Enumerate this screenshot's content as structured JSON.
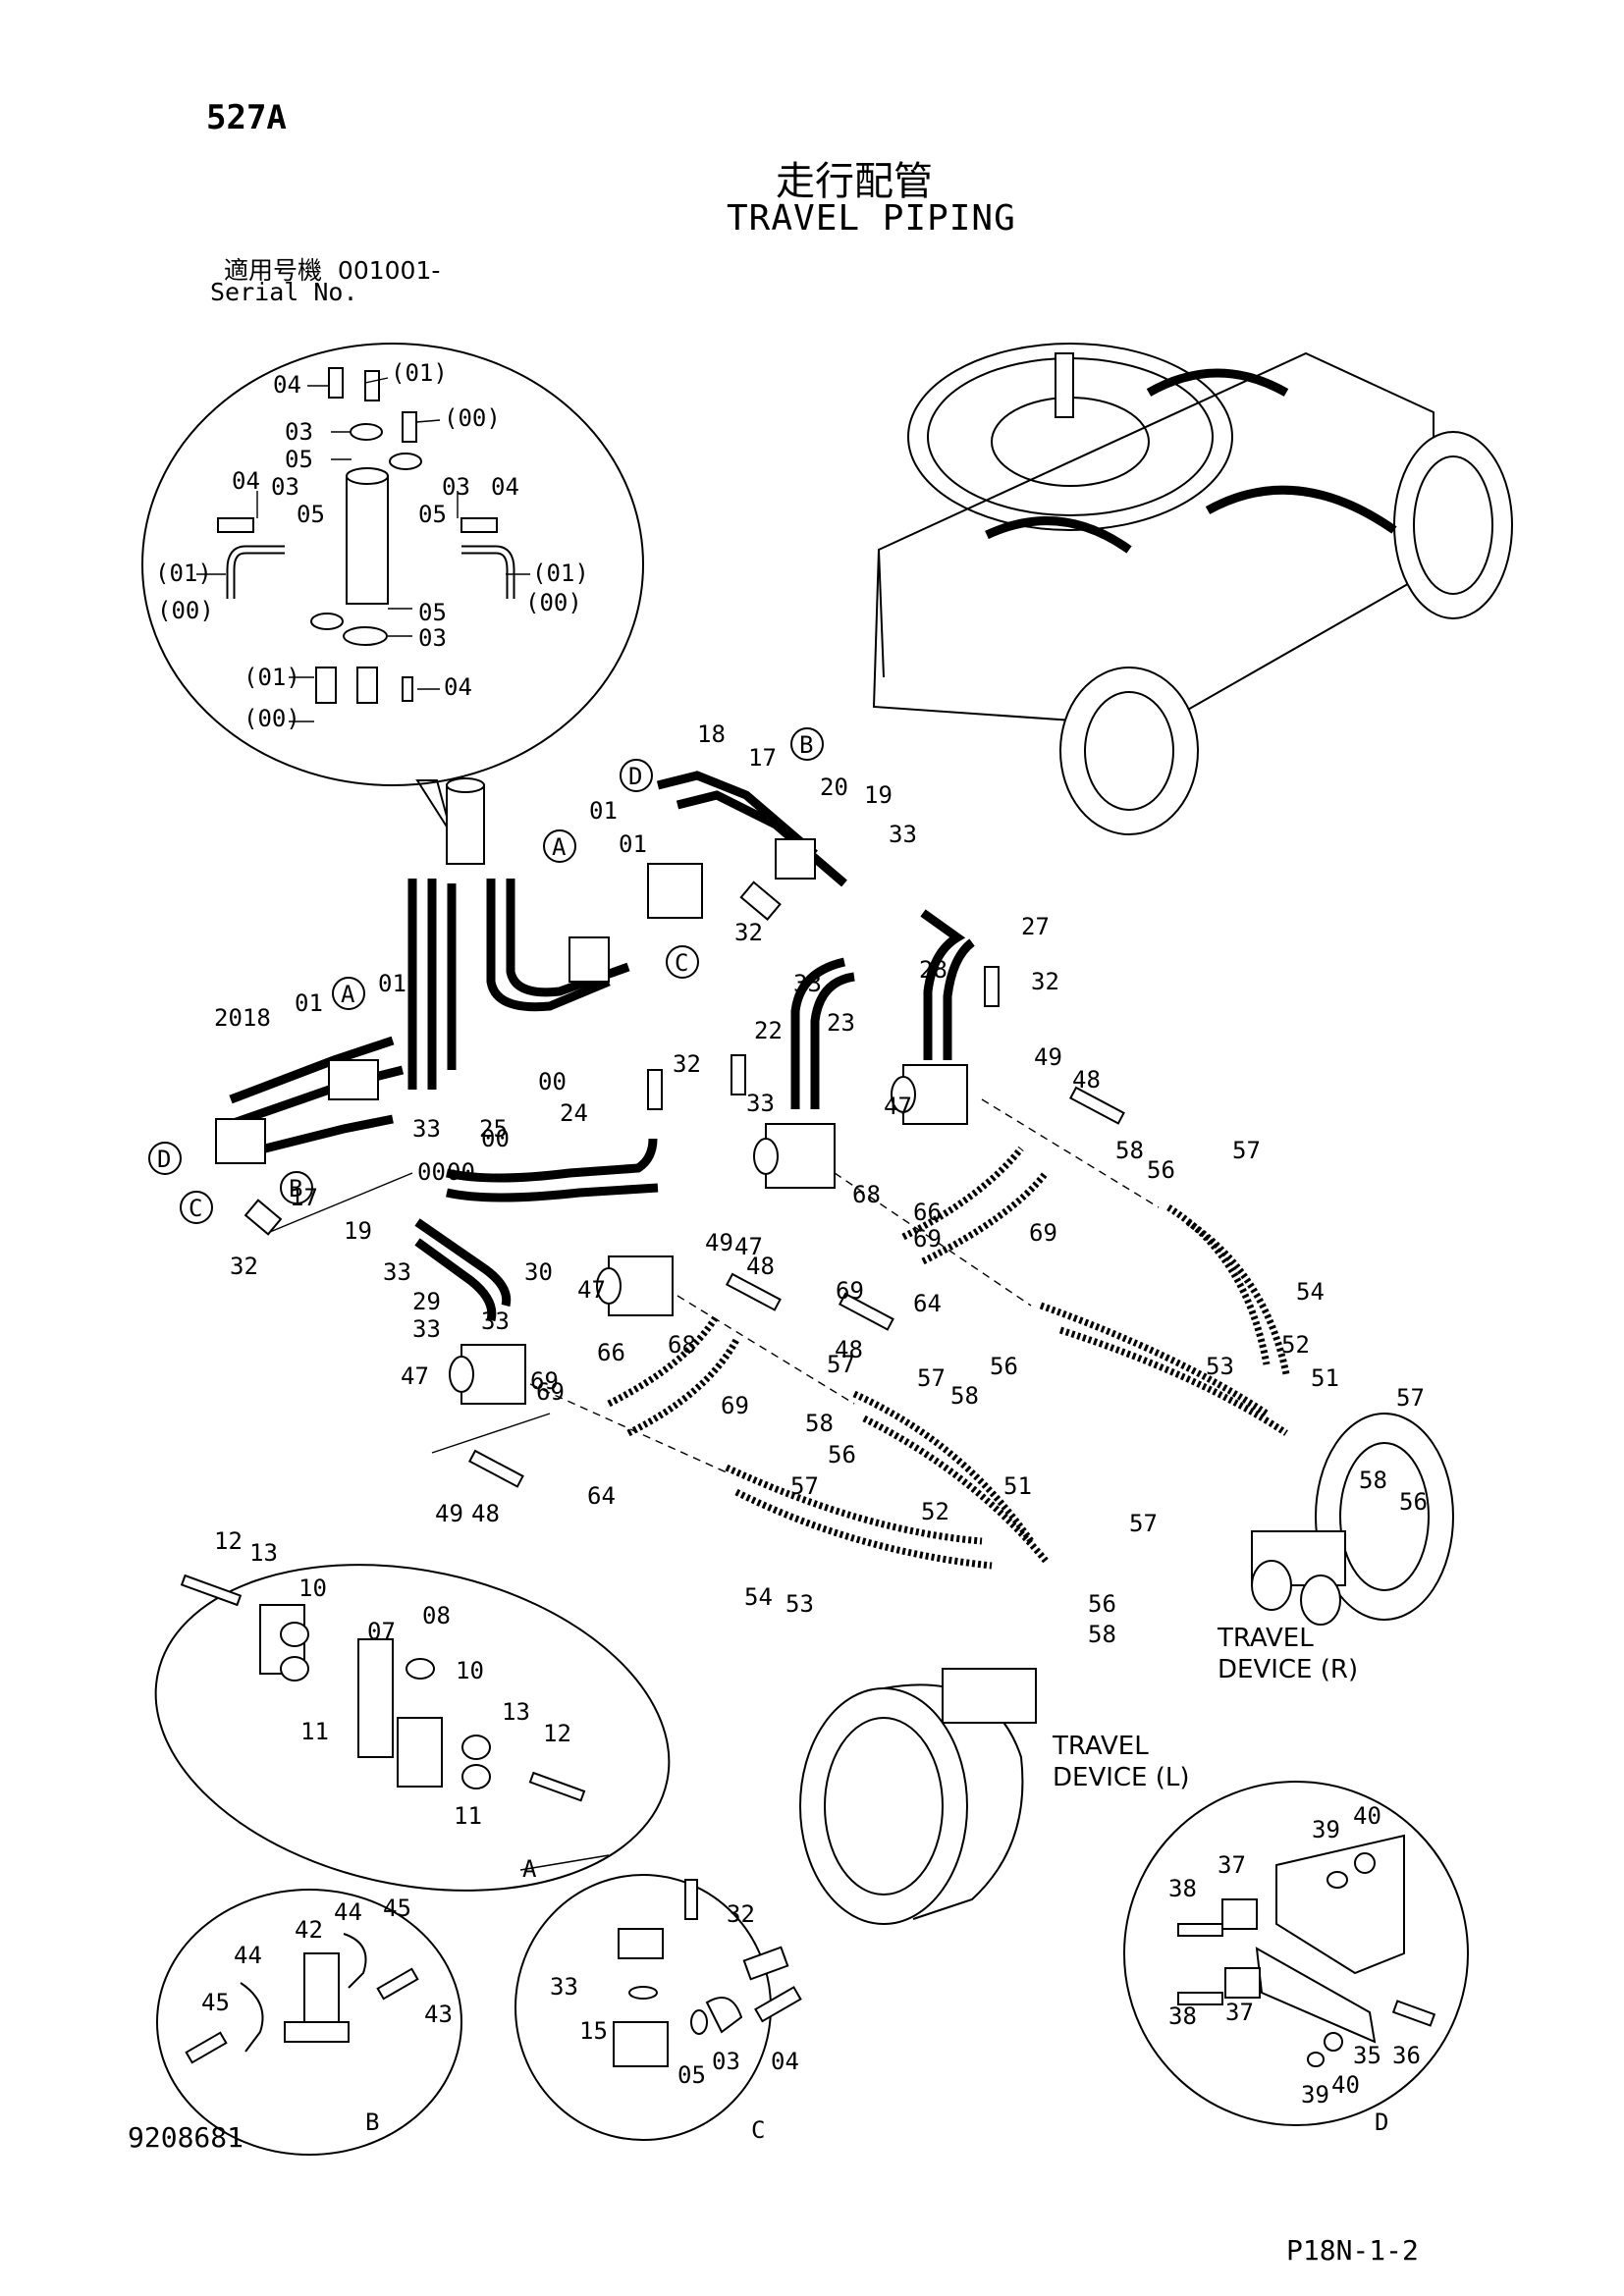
{
  "header": {
    "page_code": "527A",
    "title_ja": "走行配管",
    "title_en": "TRAVEL PIPING",
    "serial_label_ja": "適用号機",
    "serial_value": "001001-",
    "serial_label_en": "Serial No."
  },
  "footer": {
    "doc_number": "9208681",
    "page_ref": "P18N-1-2"
  },
  "labels": {
    "travel_device_r": [
      "TRAVEL",
      "DEVICE (R)"
    ],
    "travel_device_l": [
      "TRAVEL",
      "DEVICE (L)"
    ]
  },
  "detail_views": [
    "A",
    "B",
    "C",
    "D"
  ],
  "callouts": {
    "detail_top": [
      "04",
      "(01)",
      "03",
      "(00)",
      "05",
      "04",
      "03",
      "03",
      "04",
      "05",
      "05",
      "(01)",
      "(01)",
      "(00)",
      "(00)",
      "05",
      "03",
      "(01)",
      "04",
      "(00)"
    ],
    "main_upper": [
      "18",
      "17",
      "20",
      "19",
      "33",
      "01",
      "01",
      "32",
      "33",
      "27",
      "28",
      "32",
      "22",
      "23",
      "00",
      "00",
      "01",
      "01",
      "2018",
      "00",
      "00",
      "32",
      "33",
      "47",
      "49",
      "48"
    ],
    "main_middle": [
      "24",
      "25",
      "33",
      "17",
      "19",
      "32",
      "33",
      "47",
      "68",
      "66",
      "69",
      "69",
      "58",
      "56",
      "57",
      "30",
      "33",
      "49",
      "48",
      "69",
      "64",
      "48",
      "29",
      "33",
      "47",
      "66",
      "68",
      "69",
      "69",
      "57",
      "58",
      "56",
      "54",
      "52",
      "53",
      "51",
      "57"
    ],
    "main_lower": [
      "47",
      "69",
      "64",
      "49",
      "48",
      "58",
      "56",
      "57",
      "56",
      "58",
      "57",
      "54",
      "53",
      "52",
      "51",
      "57",
      "56",
      "58"
    ],
    "detail_a": [
      "12",
      "13",
      "10",
      "07",
      "08",
      "11",
      "10",
      "13",
      "12",
      "11"
    ],
    "detail_b": [
      "42",
      "44",
      "45",
      "44",
      "45",
      "43"
    ],
    "detail_c": [
      "32",
      "33",
      "15",
      "05",
      "03",
      "04"
    ],
    "detail_d": [
      "39",
      "40",
      "37",
      "38",
      "38",
      "37",
      "39",
      "40",
      "35",
      "36"
    ]
  }
}
